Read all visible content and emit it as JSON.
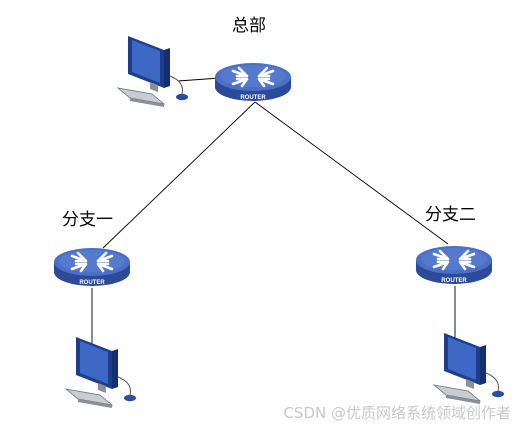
{
  "nodes": {
    "hq": {
      "label": "总部",
      "router_text": "ROUTER"
    },
    "branch1": {
      "label": "分支一",
      "router_text": "ROUTER"
    },
    "branch2": {
      "label": "分支二",
      "router_text": "ROUTER"
    }
  },
  "watermark": "CSDN @优质网络系统领域创作者",
  "colors": {
    "router_top": "#4a6fc4",
    "router_side": "#2c4a99",
    "link": "#000000",
    "monitor": "#2a4ea6"
  }
}
